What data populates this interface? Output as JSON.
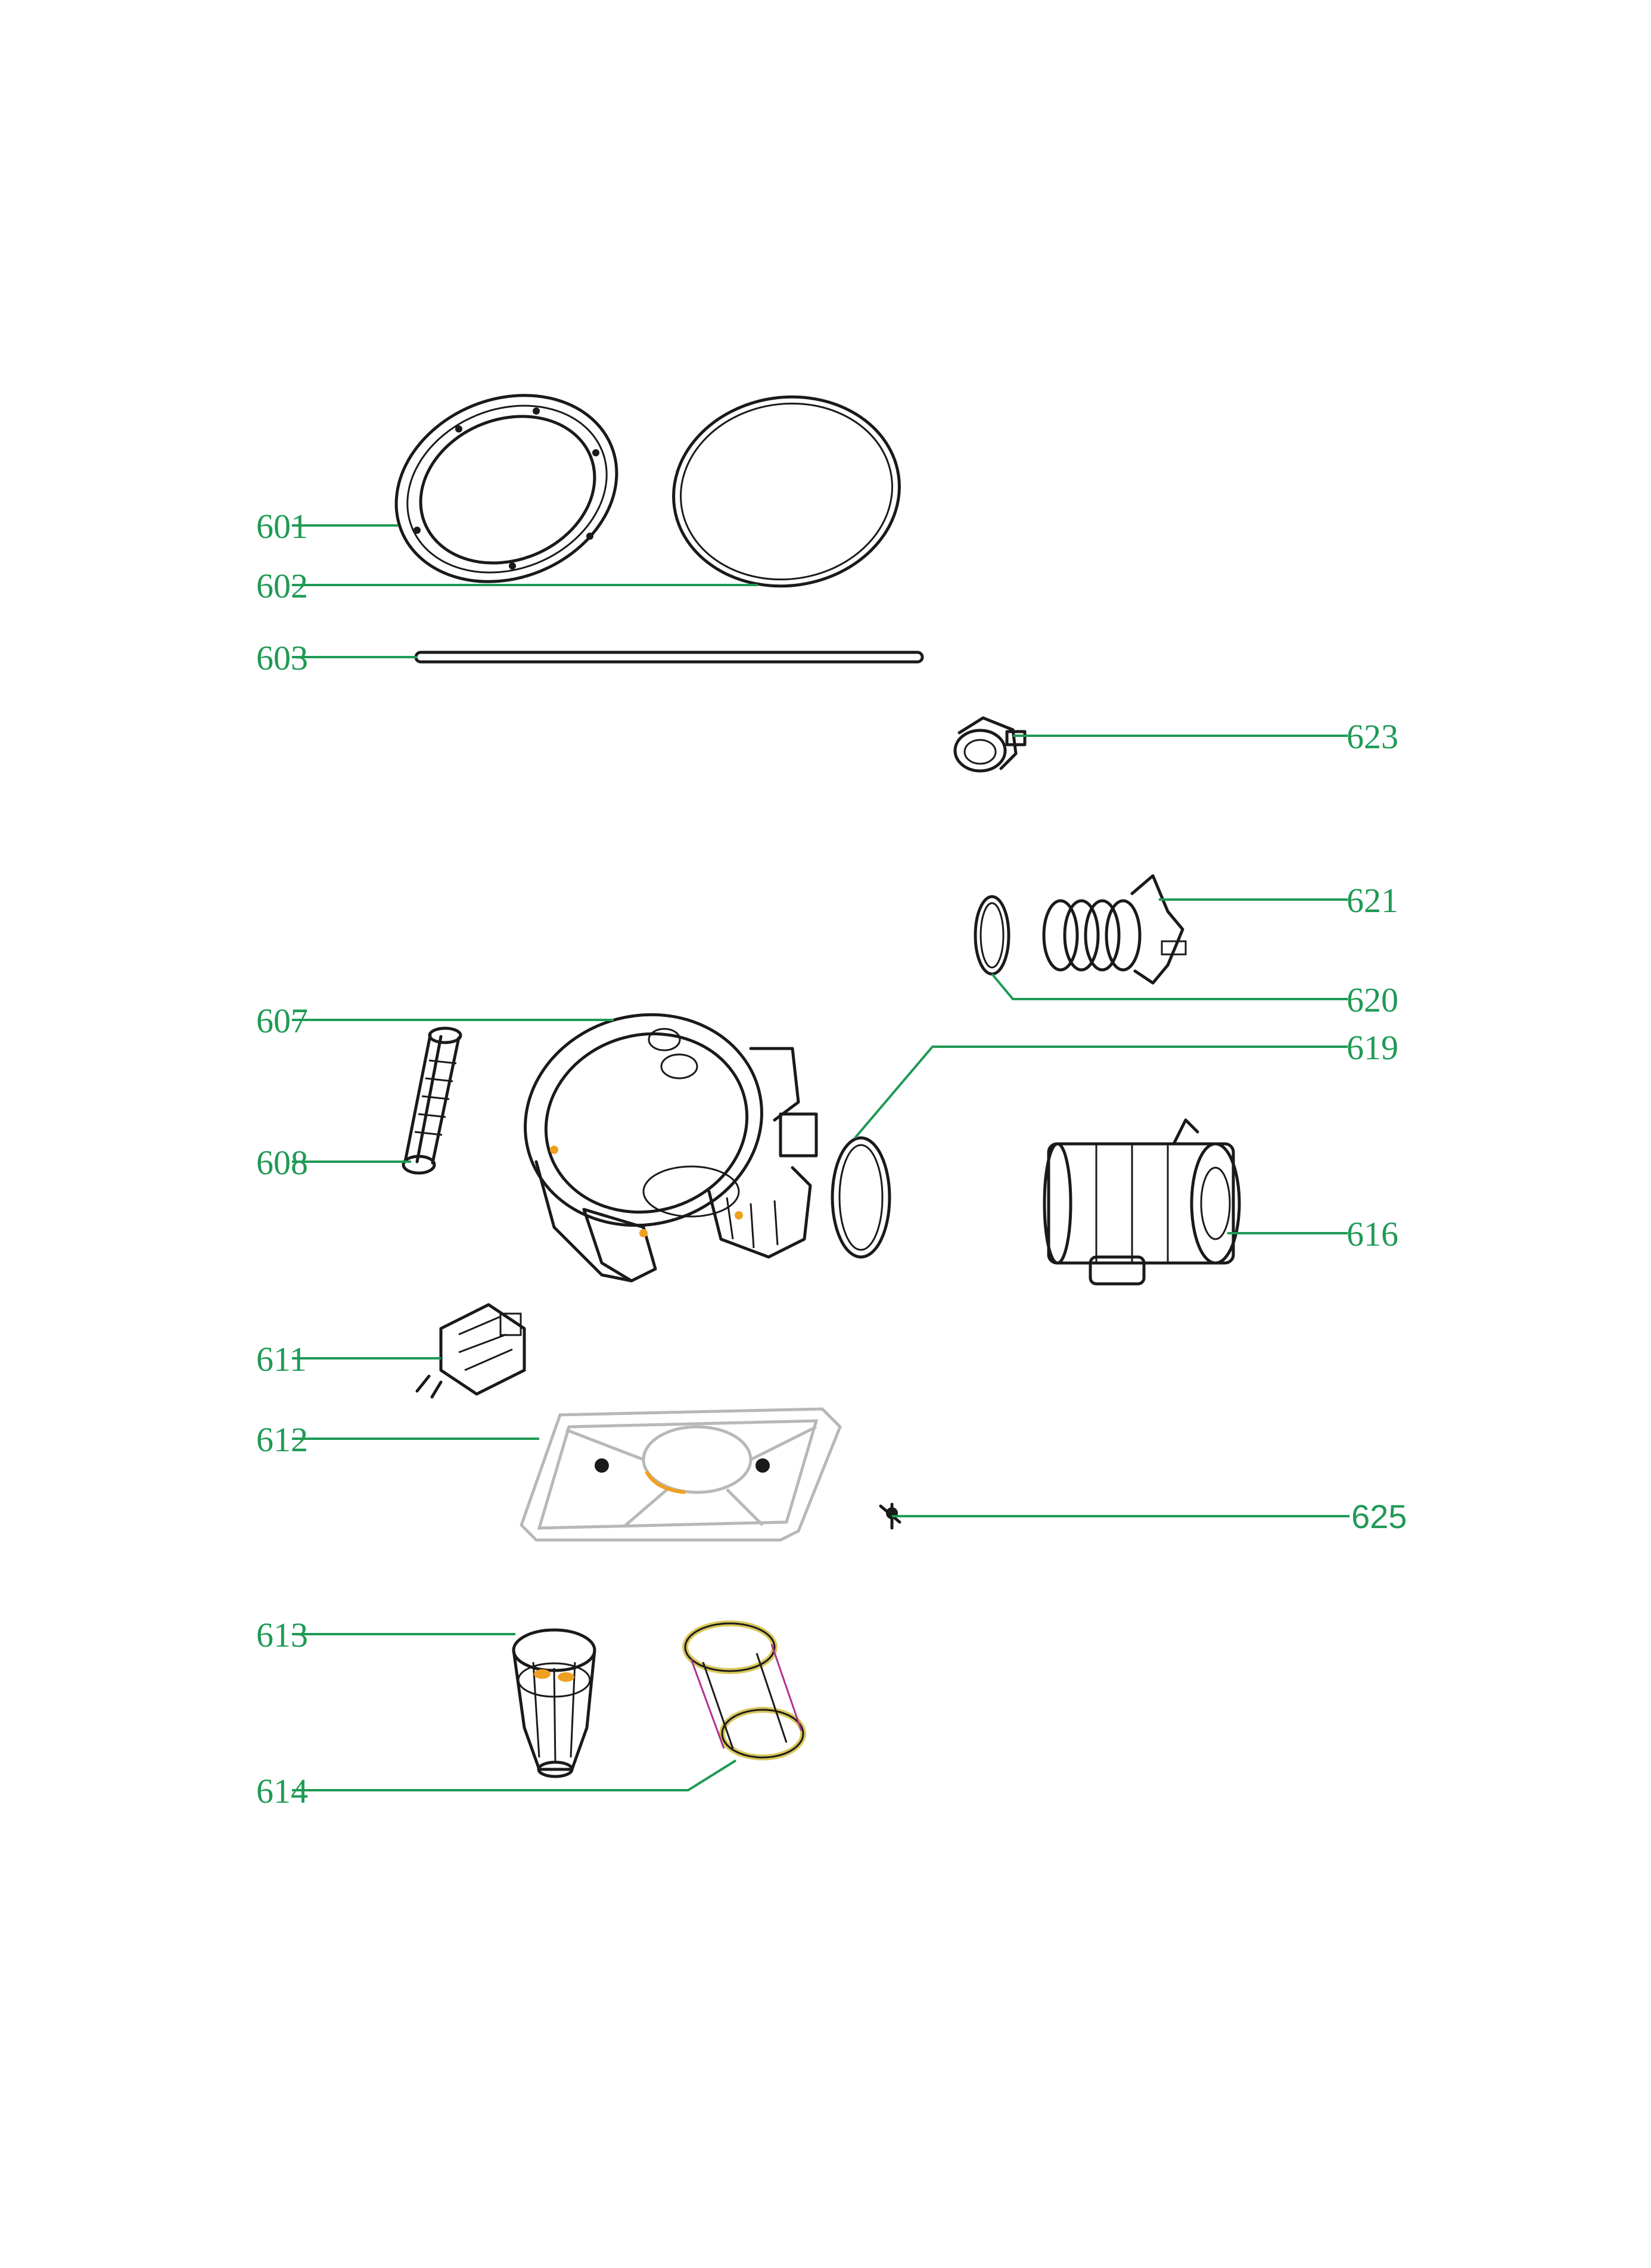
{
  "diagram": {
    "label_color": "#1f9a55",
    "line_color": "#1a1a1a",
    "accent_color": "#f0a020",
    "callouts": [
      {
        "id": "601",
        "text": "601"
      },
      {
        "id": "602",
        "text": "602"
      },
      {
        "id": "603",
        "text": "603"
      },
      {
        "id": "623",
        "text": "623"
      },
      {
        "id": "621",
        "text": "621"
      },
      {
        "id": "620",
        "text": "620"
      },
      {
        "id": "607",
        "text": "607"
      },
      {
        "id": "619",
        "text": "619"
      },
      {
        "id": "608",
        "text": "608"
      },
      {
        "id": "616",
        "text": "616"
      },
      {
        "id": "611",
        "text": "611"
      },
      {
        "id": "612",
        "text": "612"
      },
      {
        "id": "625",
        "text": "625"
      },
      {
        "id": "613",
        "text": "613"
      },
      {
        "id": "614",
        "text": "614"
      }
    ]
  }
}
